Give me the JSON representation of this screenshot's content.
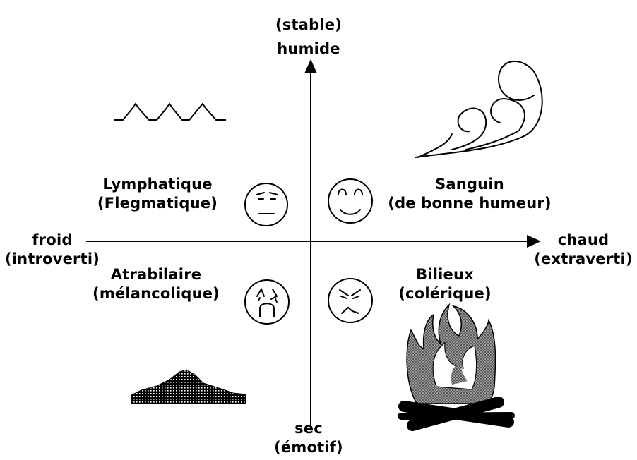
{
  "axes": {
    "top": {
      "line1": "(stable)",
      "line2": "humide"
    },
    "bottom": {
      "line1": "sec",
      "line2": "(émotif)"
    },
    "left": {
      "line1": "froid",
      "line2": "(introverti)"
    },
    "right": {
      "line1": "chaud",
      "line2": "(extraverti)"
    }
  },
  "quadrants": {
    "top_left": {
      "name": "Lymphatique",
      "alt": "(Flegmatique)",
      "face": "neutral-face-icon",
      "symbol": "water-waves-icon"
    },
    "top_right": {
      "name": "Sanguin",
      "alt": "(de bonne humeur)",
      "face": "smiling-face-icon",
      "symbol": "air-swirl-icon"
    },
    "bottom_left": {
      "name": "Atrabilaire",
      "alt": "(mélancolique)",
      "face": "sad-face-icon",
      "symbol": "earth-mound-icon"
    },
    "bottom_right": {
      "name": "Bilieux",
      "alt": "(colérique)",
      "face": "angry-face-icon",
      "symbol": "fire-icon"
    }
  },
  "colors": {
    "ink": "#000000",
    "background": "#ffffff",
    "flame_gray": "#8a8a8a"
  }
}
